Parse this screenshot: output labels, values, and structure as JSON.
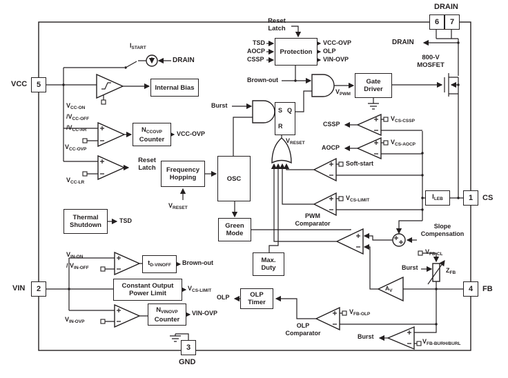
{
  "pins": {
    "vcc": {
      "num": "5",
      "name": "VCC"
    },
    "vin": {
      "num": "2",
      "name": "VIN"
    },
    "gnd": {
      "num": "3",
      "name": "GND"
    },
    "cs": {
      "num": "1",
      "name": "CS"
    },
    "fb": {
      "num": "4",
      "name": "FB"
    },
    "drain": {
      "name": "DRAIN",
      "num6": "6",
      "num7": "7"
    }
  },
  "blocks": {
    "internal_bias": "Internal Bias",
    "nccovp_counter": {
      "m": "N",
      "s": "CCOVP",
      "line2": "Counter"
    },
    "reset_latch": {
      "line1": "Reset",
      "line2": "Latch"
    },
    "thermal_shutdown": {
      "line1": "Thermal",
      "line2": "Shutdown"
    },
    "frequency_hopping": {
      "line1": "Frequency",
      "line2": "Hopping"
    },
    "osc": "OSC",
    "green_mode": {
      "line1": "Green",
      "line2": "Mode"
    },
    "max_duty": {
      "line1": "Max.",
      "line2": "Duty"
    },
    "protection": "Protection",
    "gate_driver": {
      "line1": "Gate",
      "line2": "Driver"
    },
    "olp_timer": {
      "line1": "OLP",
      "line2": "Timer"
    },
    "constant_power": {
      "line1": "Constant Output",
      "line2": "Power Limit"
    },
    "nvinovp_counter": {
      "m": "N",
      "s": "VINOVP",
      "line2": "Counter"
    },
    "ileb": {
      "m": "I",
      "s": "LEB"
    },
    "td_vinoff": {
      "m": "t",
      "s": "D-VINOFF"
    },
    "mosfet": {
      "line1": "800-V",
      "line2": "MOSFET"
    },
    "latch": {
      "s": "S",
      "q": "Q",
      "r": "R"
    }
  },
  "labels": {
    "drain": "DRAIN",
    "istart": {
      "m": "I",
      "s": "START"
    },
    "vcc_on": {
      "m": "V",
      "s": "CC-ON"
    },
    "vcc_off": {
      "pre": "/",
      "m": "V",
      "s": "CC-OFF"
    },
    "vcc_ar": {
      "pre": "/",
      "m": "V",
      "s": "CC-AR"
    },
    "vcc_ovp_th": {
      "m": "V",
      "s": "CC-OVP"
    },
    "vcc_ovp_out": "VCC-OVP",
    "vcc_lr": {
      "m": "V",
      "s": "CC-LR"
    },
    "tsd": "TSD",
    "aocp": "AOCP",
    "cssp": "CSSP",
    "olp": "OLP",
    "vin_ovp_out": "VIN-OVP",
    "brown_out": "Brown-out",
    "burst": "Burst",
    "vreset": {
      "m": "V",
      "s": "RESET"
    },
    "vpwm": {
      "m": "V",
      "s": "PWM"
    },
    "vcs_cssp": {
      "m": "V",
      "s": "CS-CSSP"
    },
    "vcs_aocp": {
      "m": "V",
      "s": "CS-AOCP"
    },
    "soft_start": "Soft-start",
    "vcs_limit": {
      "m": "V",
      "s": "CS-LIMIT"
    },
    "pwm_comparator": {
      "line1": "PWM",
      "line2": "Comparator"
    },
    "slope_comp": {
      "line1": "Slope",
      "line2": "Compensation"
    },
    "vfb_cl": {
      "m": "V",
      "s": "FB-CL"
    },
    "zfb": {
      "m": "Z",
      "s": "FB"
    },
    "av": {
      "m": "A",
      "s": "V"
    },
    "vin_on": {
      "m": "V",
      "s": "IN-ON"
    },
    "vin_off": {
      "pre": "/ ",
      "m": "V",
      "s": "IN-OFF"
    },
    "vin_ovp_th": {
      "m": "V",
      "s": "IN-OVP"
    },
    "olp_comparator": {
      "line1": "OLP",
      "line2": "Comparator"
    },
    "vfb_olp": {
      "m": "V",
      "s": "FB-OLP"
    },
    "vfb_burst": {
      "m": "V",
      "s": "FB-BURH/BURL"
    }
  },
  "colors": {
    "line": "#231f20",
    "background": "#ffffff"
  }
}
